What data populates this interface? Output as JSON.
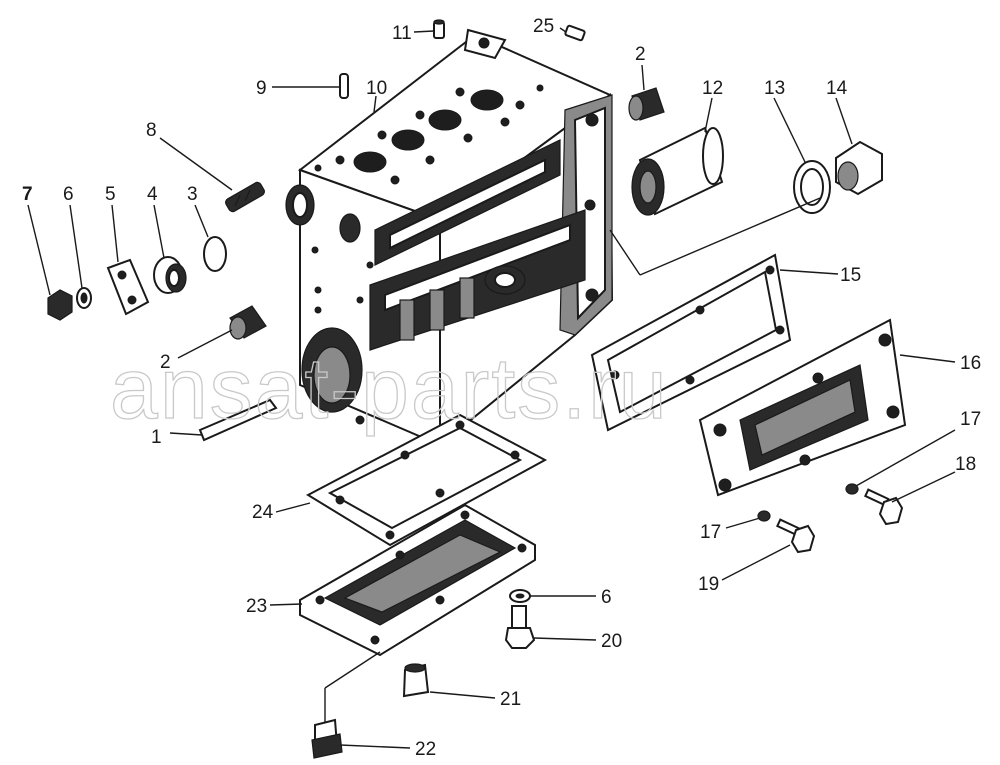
{
  "watermark": "ansat-parts.ru",
  "labels": {
    "l1": "1",
    "l2a": "2",
    "l2b": "2",
    "l3": "3",
    "l4": "4",
    "l5": "5",
    "l6a": "6",
    "l6b": "6",
    "l7": "7",
    "l8": "8",
    "l9": "9",
    "l10": "10",
    "l11": "11",
    "l12": "12",
    "l13": "13",
    "l14": "14",
    "l15": "15",
    "l16": "16",
    "l17a": "17",
    "l17b": "17",
    "l18": "18",
    "l19": "19",
    "l20": "20",
    "l21": "21",
    "l22": "22",
    "l23": "23",
    "l24": "24",
    "l25": "25"
  },
  "colors": {
    "ink": "#1a1a1a",
    "watermark": "#c9c9c9",
    "background": "#ffffff"
  }
}
